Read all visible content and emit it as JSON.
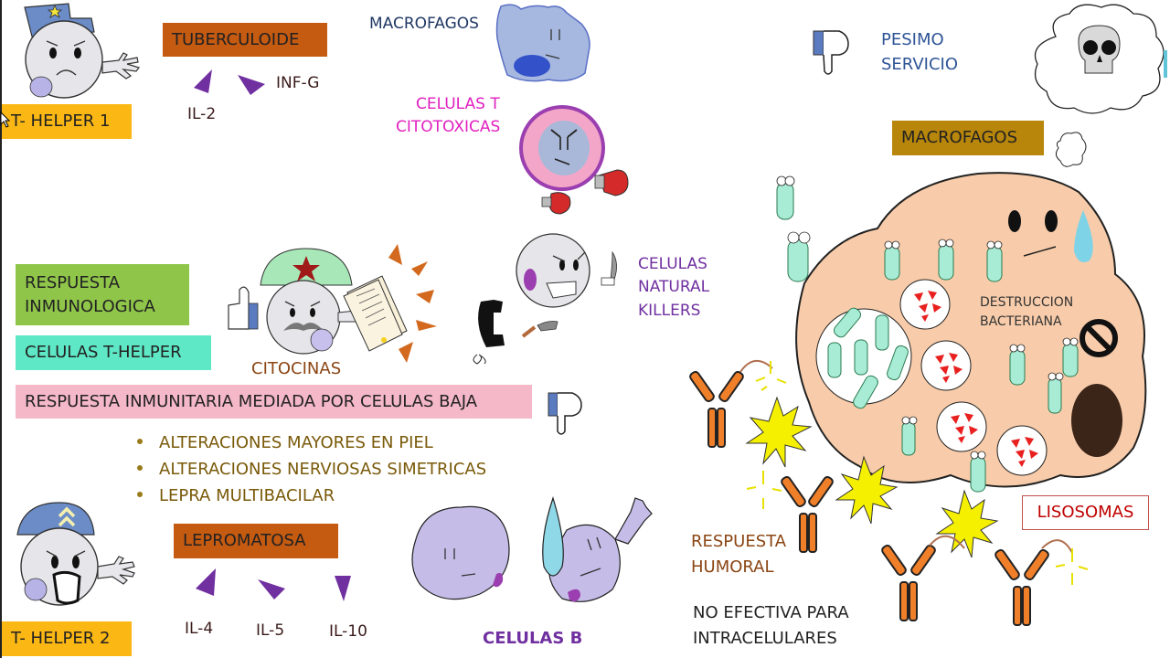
{
  "colors": {
    "th1_bg": "#fbb714",
    "tuberculoide_bg": "#c55a11",
    "respuesta_inmuno_bg": "#8fc64a",
    "t_helper_bg": "#5fe8c6",
    "mediada_bg": "#f4b8c8",
    "macrofagos_box_bg": "#b8860b",
    "lisosomas_border": "#c0504d",
    "lisosomas_text": "#c00000",
    "cytotoxic_text": "#e020c0",
    "nk_text": "#7030a0",
    "macrofagos_text": "#1f3864",
    "pesimo_text": "#2f5597",
    "citocinas_text": "#8b4513",
    "humoral_text": "#8b4513",
    "celulas_b_text": "#7030a0",
    "bullet_text": "#7a5a0a",
    "cytokine_purple": "#7030a0",
    "cytokine_orange": "#d2691e"
  },
  "th1": {
    "label": "T- HELPER  1",
    "disease": "TUBERCULOIDE",
    "cytokines": [
      "IL-2",
      "INF-G"
    ]
  },
  "th2": {
    "label": "T- HELPER  2",
    "disease": "LEPROMATOSA",
    "cytokines": [
      "IL-4",
      "IL-5",
      "IL-10"
    ]
  },
  "top_cells": {
    "macrofagos": "MACROFAGOS",
    "citotoxicas_line1": "CELULAS T",
    "citotoxicas_line2": "CITOTOXICAS"
  },
  "pesimo": {
    "line1": "PESIMO",
    "line2": "SERVICIO"
  },
  "macrofagos_box": "MACROFAGOS",
  "middle": {
    "respuesta_line1": "RESPUESTA",
    "respuesta_line2": "INMUNOLOGICA",
    "t_helper": "CELULAS T-HELPER",
    "citocinas": "CITOCINAS",
    "nk_line1": "CELULAS",
    "nk_line2": "NATURAL",
    "nk_line3": "KILLERS",
    "mediada": "RESPUESTA INMUNITARIA MEDIADA POR CELULAS BAJA"
  },
  "bullets": [
    "ALTERACIONES MAYORES EN PIEL",
    "ALTERACIONES NERVIOSAS SIMETRICAS",
    "LEPRA MULTIBACILAR"
  ],
  "macrophage_cell": {
    "line1": "DESTRUCCION",
    "line2": "BACTERIANA"
  },
  "lisosomas": "LISOSOMAS",
  "humoral": {
    "line1": "RESPUESTA",
    "line2": "HUMORAL",
    "note_line1": "NO EFECTIVA PARA",
    "note_line2": "INTRACELULARES"
  },
  "celulas_b": "CELULAS B",
  "icons": {
    "thumbs_down": "thumbs-down-icon",
    "thumbs_up": "thumbs-up-icon",
    "skull": "skull-icon",
    "no_symbol": "prohibited-icon"
  }
}
